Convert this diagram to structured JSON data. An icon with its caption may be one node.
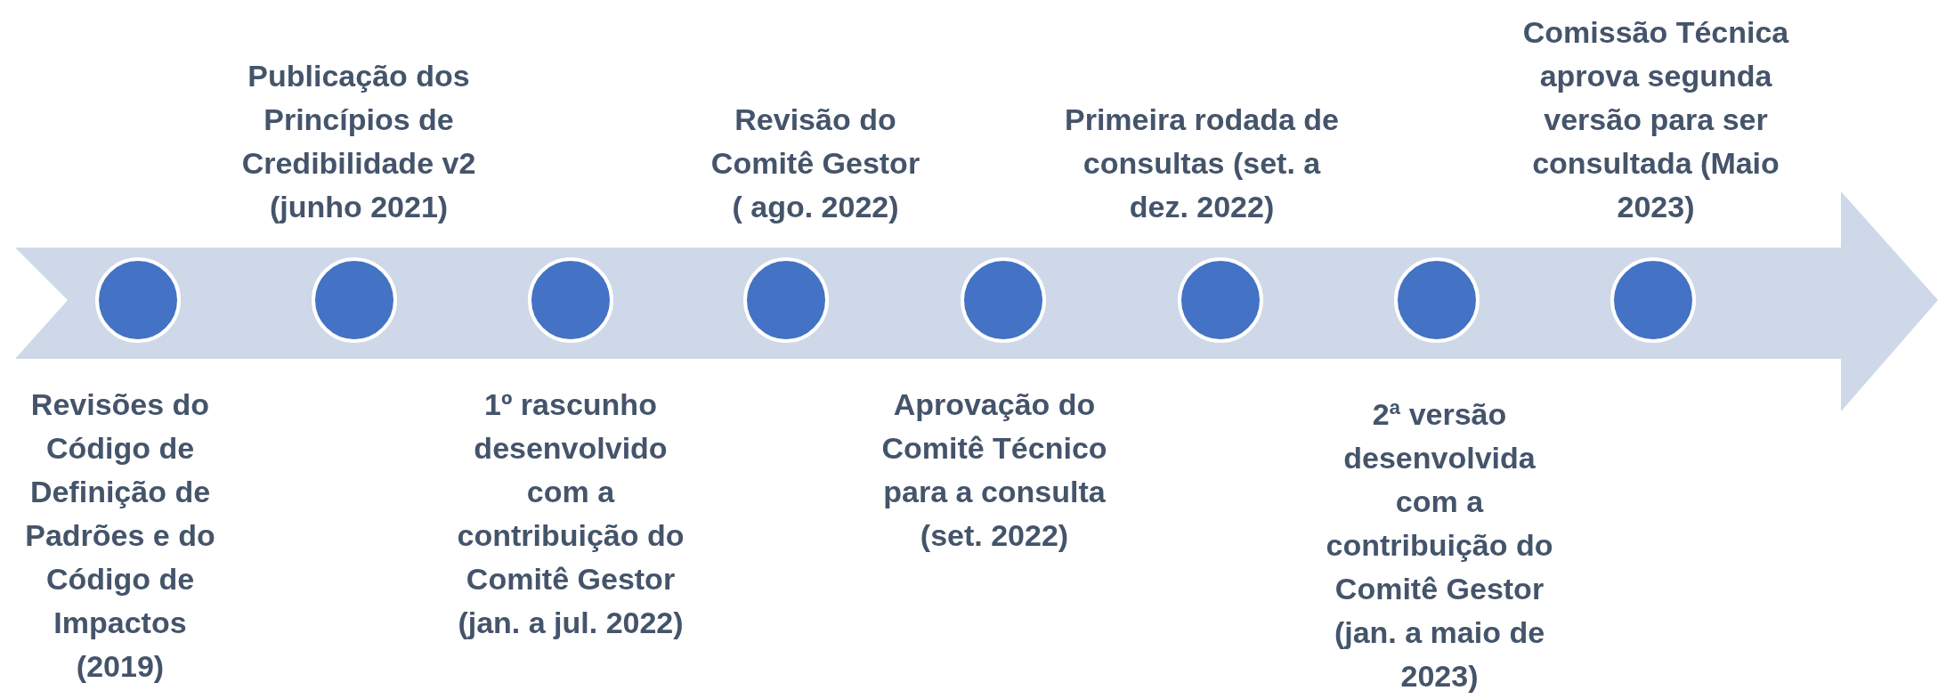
{
  "diagram": {
    "nodes": [
      {
        "text": [],
        "shape": "circle",
        "beside": [
          "Revisões do Código de Definição de Padrões e do Código de Impactos (2019)"
        ]
      },
      {
        "text": [],
        "shape": "circle",
        "beside": [
          "Publicação dos Princípios de Credibilidade v2 (junho 2021)"
        ]
      },
      {
        "text": [],
        "shape": "circle",
        "beside": [
          "1º rascunho desenvolvido com a contribuição do Comitê Gestor (jan. a jul. 2022)"
        ]
      },
      {
        "text": [],
        "shape": "circle",
        "beside": [
          "Revisão do Comitê Gestor ( ago. 2022)"
        ]
      },
      {
        "text": [],
        "shape": "circle",
        "beside": [
          "Aprovação do Comitê Técnico para a consulta (set. 2022)"
        ]
      },
      {
        "text": [],
        "shape": "circle",
        "beside": [
          "Primeira rodada de consultas (set. a dez. 2022)"
        ]
      },
      {
        "text": [],
        "shape": "circle",
        "beside": [
          "2ª versão desenvolvida com a contribuição do Comitê Gestor (jan. a maio de 2023)"
        ]
      },
      {
        "text": [],
        "shape": "circle",
        "beside": [
          "Comissão Técnica aprova segunda versão para ser consultada (Maio 2023)"
        ]
      }
    ]
  }
}
